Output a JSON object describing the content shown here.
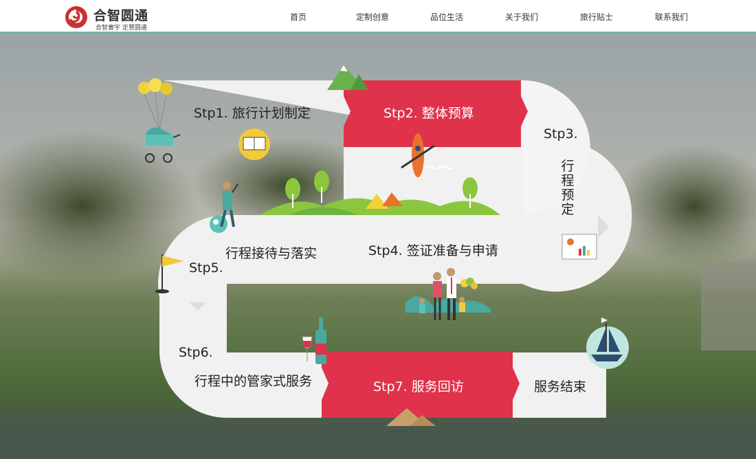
{
  "brand": {
    "name": "合智圆通",
    "slogan": "合智寰宇  定慧圆通"
  },
  "nav": {
    "items": [
      {
        "label": "首页"
      },
      {
        "label": "定制创意"
      },
      {
        "label": "品位生活"
      },
      {
        "label": "关于我们"
      },
      {
        "label": "旅行贴士"
      },
      {
        "label": "联系我们"
      }
    ]
  },
  "process": {
    "step1": "Stp1. 旅行计划制定",
    "step2": "Stp2. 整体预算",
    "step3_label": "Stp3.",
    "step3_text": "行程预定",
    "step4": "Stp4. 签证准备与申请",
    "step5_label": "Stp5.",
    "step5_text": "行程接待与落实",
    "step6_label": "Stp6.",
    "step6_text": "行程中的管家式服务",
    "step7": "Stp7. 服务回访",
    "end": "服务结束"
  },
  "colors": {
    "accent_red": "#e0324a",
    "track_light": "#f1f1f1",
    "header_border": "#6fb3a8",
    "grass_green": "#8cc63f"
  }
}
